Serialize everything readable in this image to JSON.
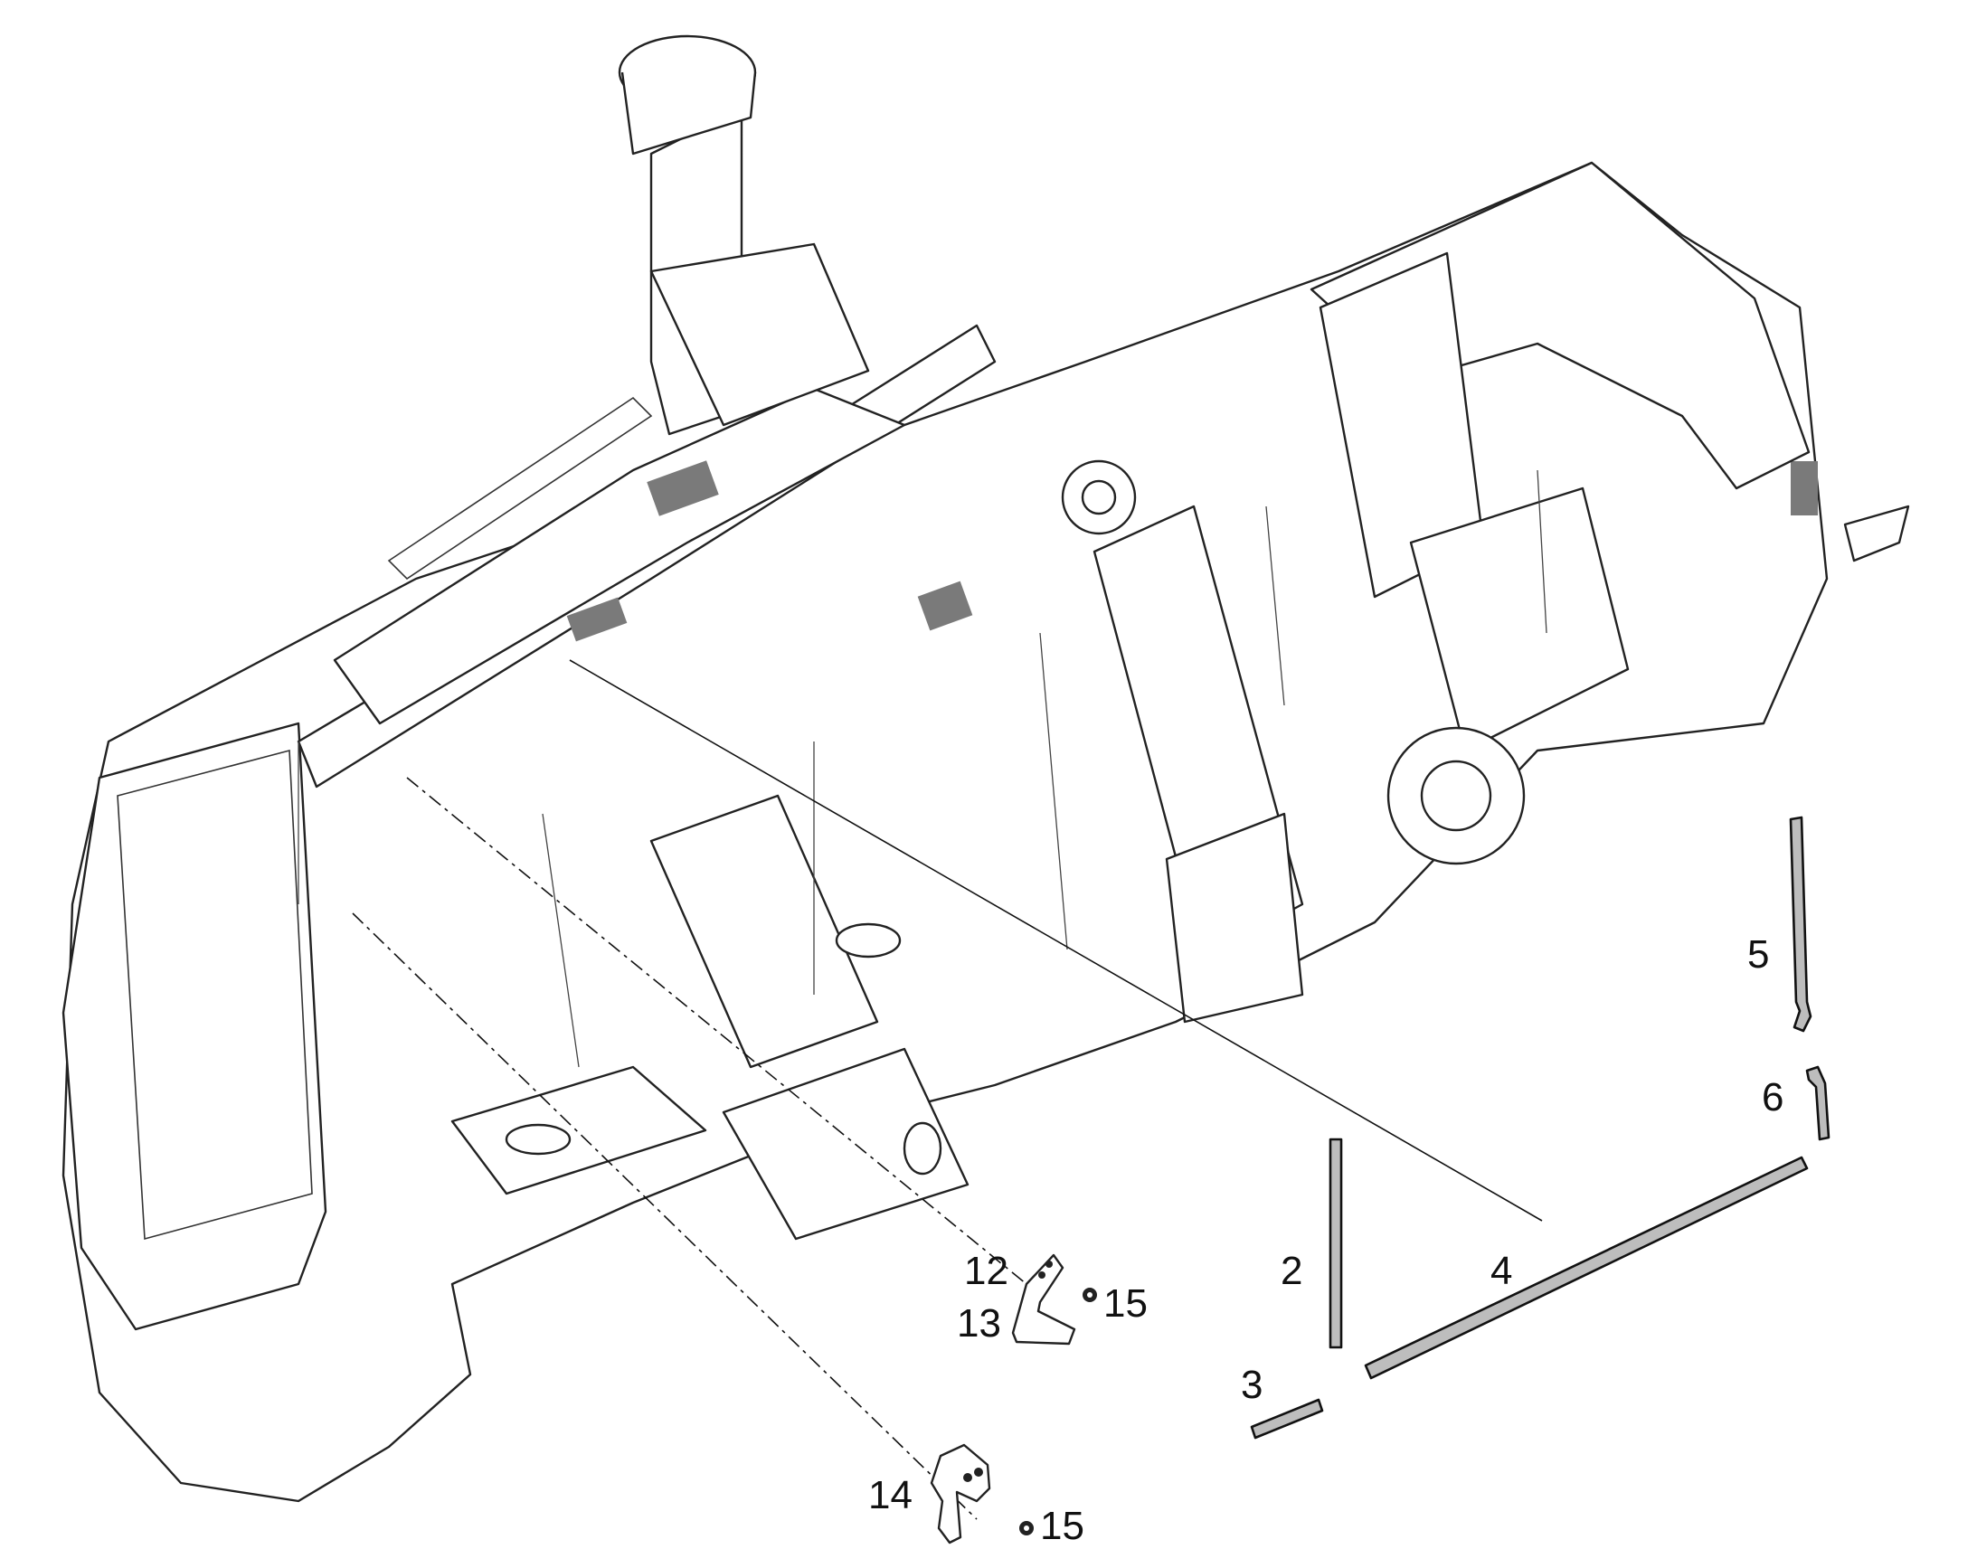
{
  "diagram": {
    "part_labels": [
      {
        "key": "item-2",
        "text": "2"
      },
      {
        "key": "item-3",
        "text": "3"
      },
      {
        "key": "item-4",
        "text": "4"
      },
      {
        "key": "item-5",
        "text": "5"
      },
      {
        "key": "item-6",
        "text": "6"
      },
      {
        "key": "item-12",
        "text": "12"
      },
      {
        "key": "item-13",
        "text": "13"
      },
      {
        "key": "item-14",
        "text": "14"
      },
      {
        "key": "item-15a",
        "text": "15"
      },
      {
        "key": "item-15b",
        "text": "15"
      }
    ],
    "colors": {
      "line": "#222222",
      "background": "#ffffff",
      "seal": "#bdbdbd"
    }
  }
}
